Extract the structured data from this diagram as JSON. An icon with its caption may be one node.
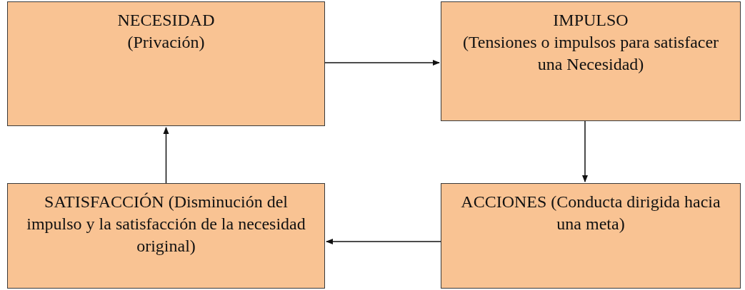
{
  "diagram": {
    "nodes": [
      {
        "text": [
          "NECESIDAD",
          "(Privación)"
        ]
      },
      {
        "text": [
          "IMPULSO",
          "(Tensiones o impulsos para satisfacer una Necesidad)"
        ]
      },
      {
        "text": [
          "ACCIONES (Conducta dirigida hacia una meta)"
        ]
      },
      {
        "text": [
          "SATISFACCIÓN (Disminución del impulso y la satisfacción de la necesidad original)"
        ]
      }
    ],
    "edges": [
      {
        "from": 0,
        "to": 1,
        "arrow": "to"
      },
      {
        "from": 1,
        "to": 2,
        "arrow": "to"
      },
      {
        "from": 2,
        "to": 3,
        "arrow": "to"
      },
      {
        "from": 3,
        "to": 0,
        "arrow": "to"
      }
    ]
  }
}
